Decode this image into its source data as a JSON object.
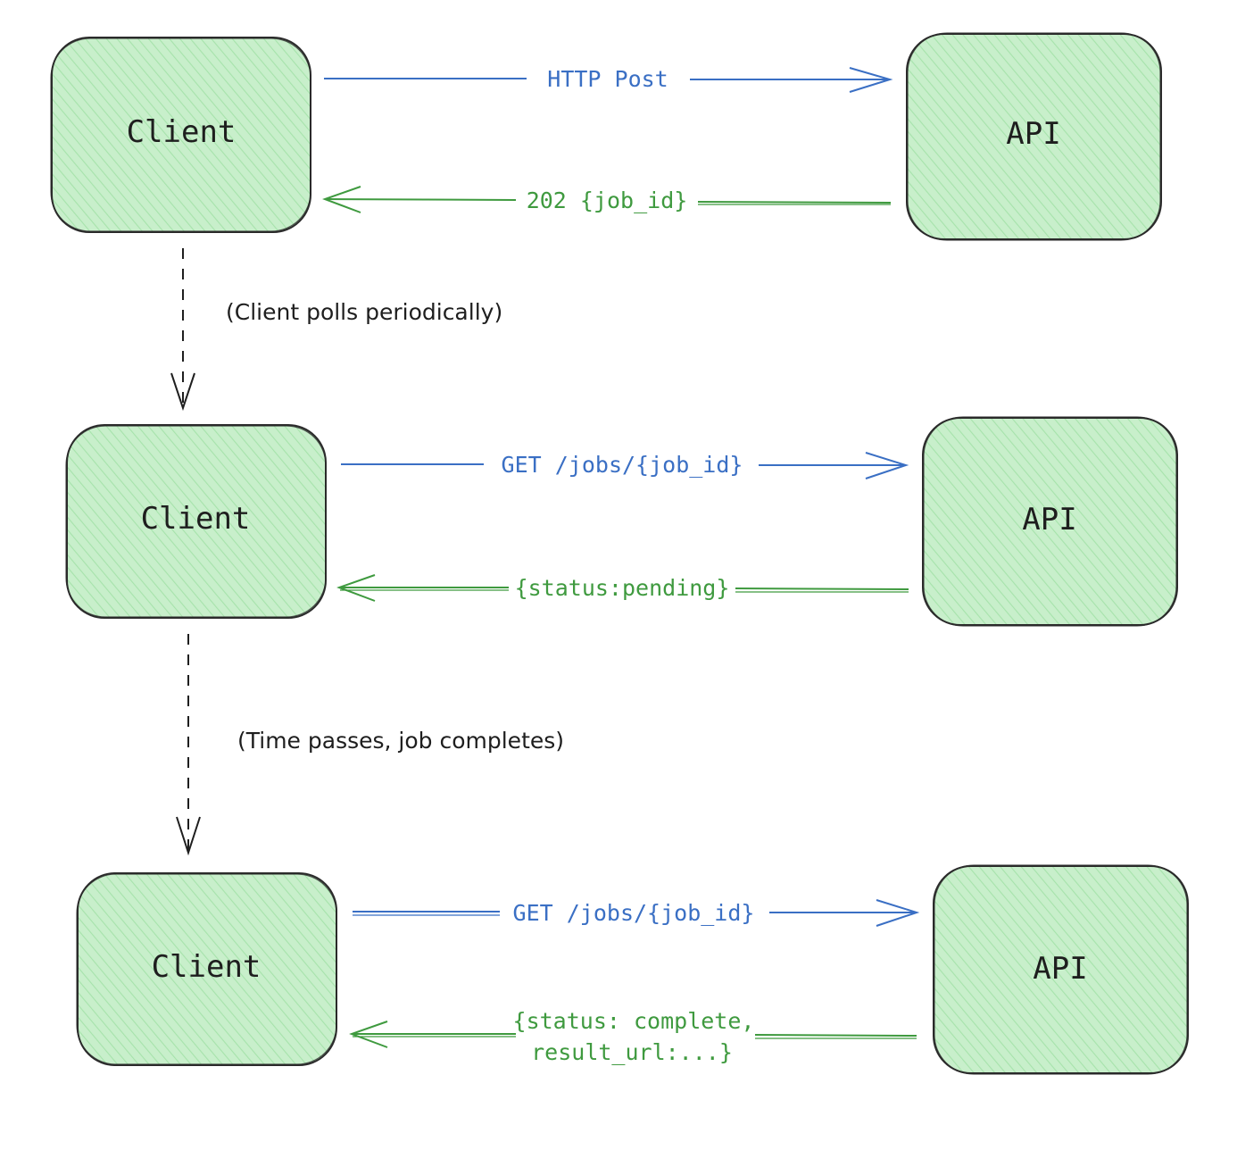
{
  "diagram": {
    "title": "",
    "colors": {
      "box_fill": "#c8efcb",
      "box_hatch": "#a6e3ab",
      "box_stroke": "#2b2b2b",
      "request": "#3a6fc4",
      "response": "#3f9a3f",
      "timeline": "#1e1e1e"
    },
    "rows": [
      {
        "client_label": "Client",
        "api_label": "API",
        "request_label": "HTTP Post",
        "response_lines": [
          "202 {job_id}"
        ]
      },
      {
        "client_label": "Client",
        "api_label": "API",
        "request_label": "GET /jobs/{job_id}",
        "response_lines": [
          "{status:pending}"
        ]
      },
      {
        "client_label": "Client",
        "api_label": "API",
        "request_label": "GET /jobs/{job_id}",
        "response_lines": [
          "{status: complete,",
          "result_url:...}"
        ]
      }
    ],
    "transitions": [
      {
        "note": "(Client polls periodically)"
      },
      {
        "note": "(Time passes, job completes)"
      }
    ]
  }
}
